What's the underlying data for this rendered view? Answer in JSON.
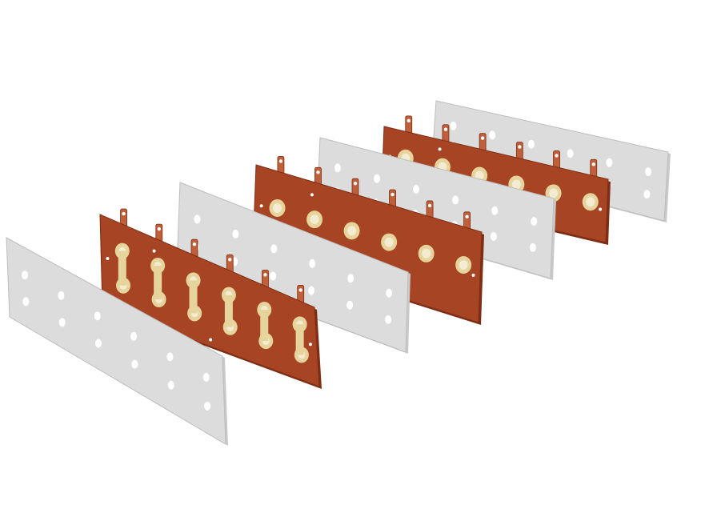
{
  "scene": {
    "subject": "exploded-view-busbar-assembly",
    "background": "#ffffff",
    "colors": {
      "insulator_fill": "#dcdcdc",
      "insulator_edge": "#bdbdbd",
      "insulator_shade": "#c9c9c9",
      "copper_fill": "#a64423",
      "copper_edge": "#7d2e14",
      "copper_tab": "#c0603a",
      "pad_outer": "#e6d49c",
      "pad_inner": "#f3ecd2",
      "hole": "#ffffff"
    },
    "layer_order": [
      "insulator-sheet",
      "copper-busbar",
      "insulator-sheet",
      "copper-busbar",
      "insulator-sheet",
      "copper-busbar",
      "insulator-sheet"
    ]
  }
}
